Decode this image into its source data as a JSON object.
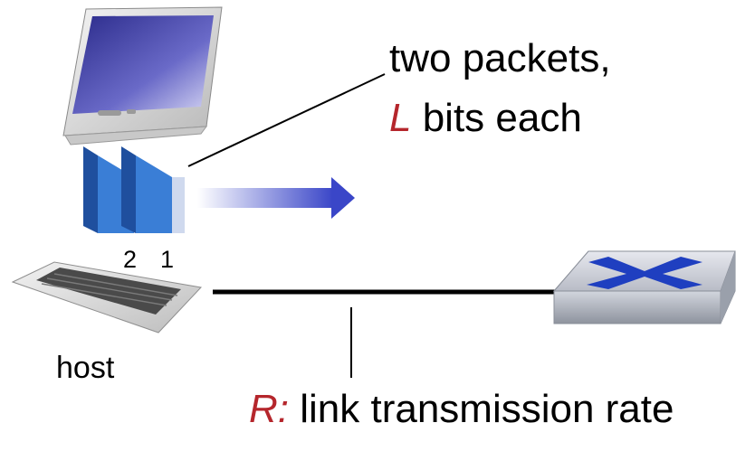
{
  "annotation": {
    "line1": "two packets,",
    "line2_var": "L",
    "line2_rest": " bits each"
  },
  "packet_labels": [
    "2",
    "1"
  ],
  "host_label": "host",
  "rate_label": {
    "var": "R:",
    "rest": " link transmission rate"
  },
  "colors": {
    "accent": "#b5262c",
    "packet_blue": "#2f6fc4",
    "arrow_blue": "#3a46c8",
    "router_x": "#1f3fc0",
    "link": "#000000"
  },
  "icons": [
    "desktop-monitor-icon",
    "keyboard-icon",
    "router-icon",
    "packet-icon",
    "arrow-right-icon"
  ]
}
